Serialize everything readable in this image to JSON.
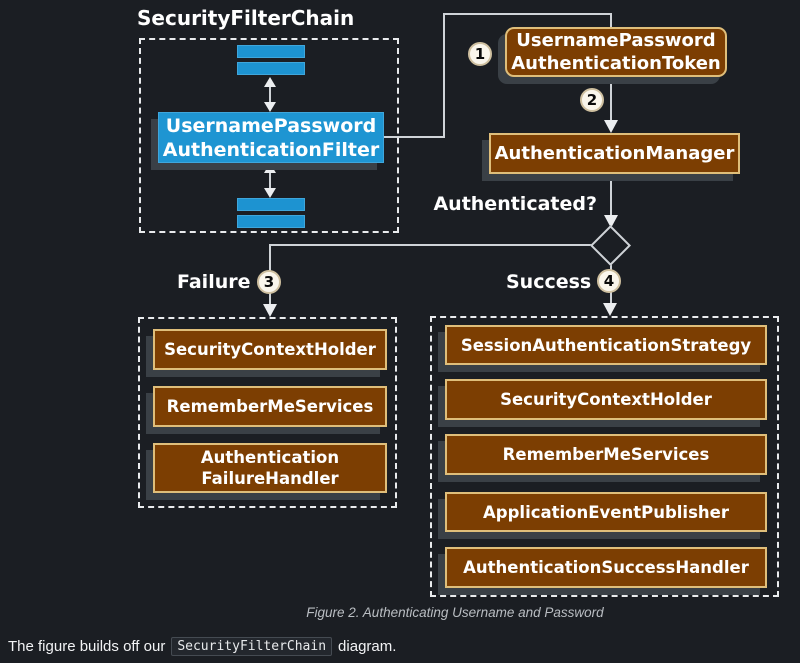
{
  "colors": {
    "background": "#1b1e23",
    "box_brown": "#7c3e02",
    "box_brown_border": "#dfbe7a",
    "box_blue": "#1e95d2",
    "connector": "#cfd3d7",
    "shadow": "#3a4046"
  },
  "filter_chain": {
    "title": "SecurityFilterChain",
    "filter_box": {
      "lines": [
        "UsernamePassword",
        "AuthenticationFilter"
      ]
    }
  },
  "steps": {
    "one": "1",
    "two": "2",
    "three": "3",
    "four": "4"
  },
  "token_box": {
    "lines": [
      "UsernamePassword",
      "AuthenticationToken"
    ]
  },
  "manager_box": {
    "label": "AuthenticationManager"
  },
  "decision": {
    "label": "Authenticated?"
  },
  "failure_branch": {
    "label": "Failure",
    "boxes": [
      {
        "lines": [
          "SecurityContextHolder"
        ]
      },
      {
        "lines": [
          "RememberMeServices"
        ]
      },
      {
        "lines": [
          "Authentication",
          "FailureHandler"
        ]
      }
    ]
  },
  "success_branch": {
    "label": "Success",
    "boxes": [
      {
        "lines": [
          "SessionAuthenticationStrategy"
        ]
      },
      {
        "lines": [
          "SecurityContextHolder"
        ]
      },
      {
        "lines": [
          "RememberMeServices"
        ]
      },
      {
        "lines": [
          "ApplicationEventPublisher"
        ]
      },
      {
        "lines": [
          "AuthenticationSuccessHandler"
        ]
      }
    ]
  },
  "caption": "Figure 2. Authenticating Username and Password",
  "footer": {
    "text_before_code": "The figure builds off our",
    "code": "SecurityFilterChain",
    "text_after_code": "diagram."
  }
}
